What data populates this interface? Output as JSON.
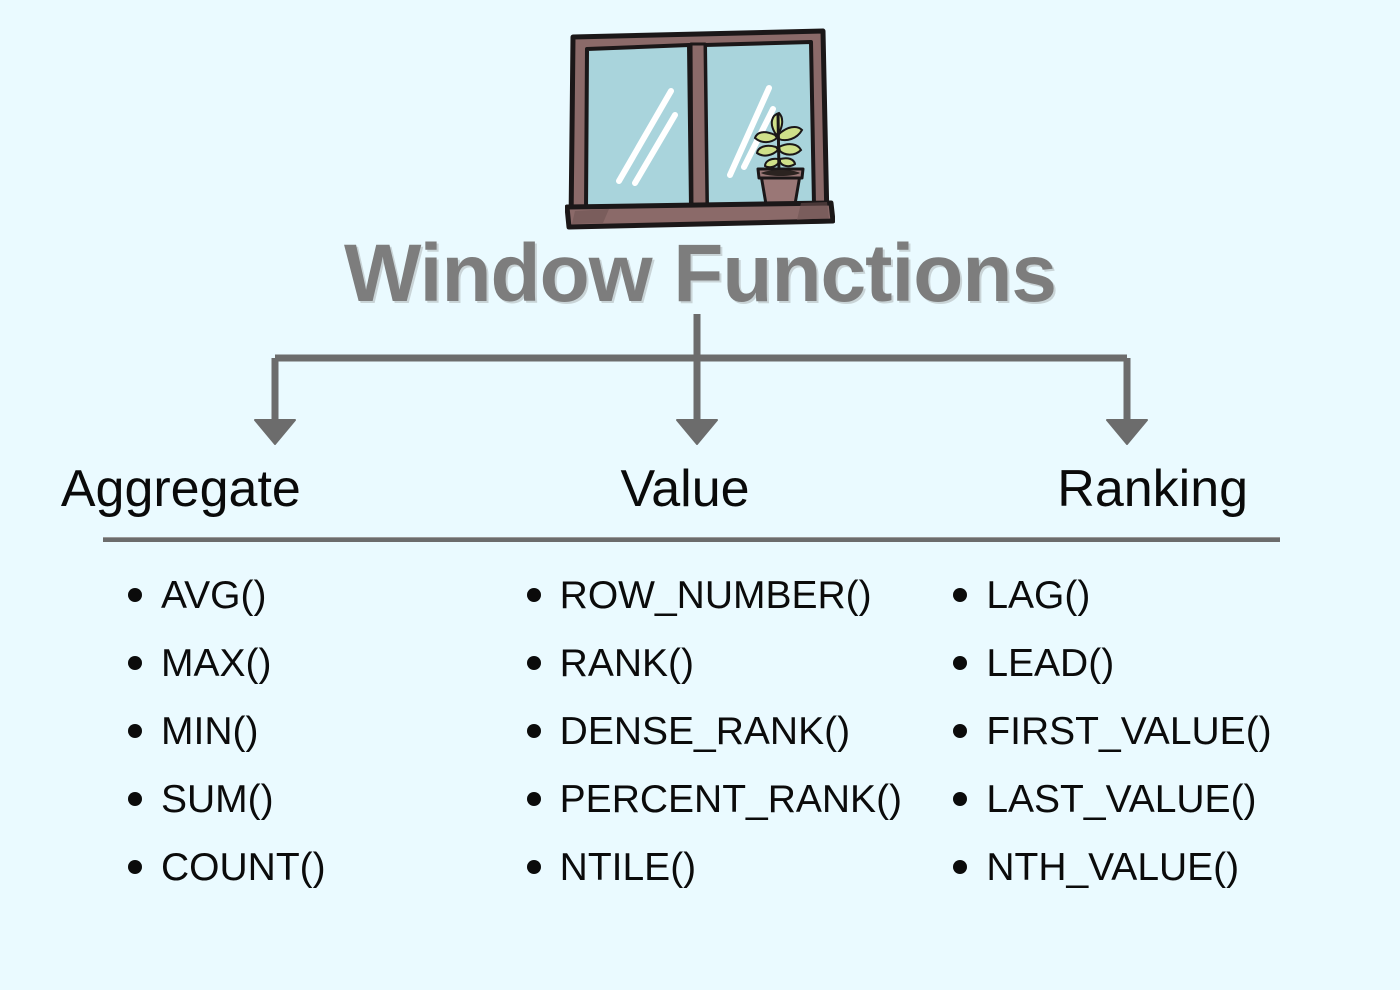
{
  "page": {
    "background_color": "#eafaff",
    "title": "Window Functions",
    "title_color": "#7d7d7d"
  },
  "illustration": {
    "name": "window-with-plant",
    "frame_color": "#8b6a69",
    "glass_color": "#a9d4dc",
    "outline_color": "#1b1718",
    "plant_leaf_color": "#cfe08a",
    "pot_color": "#9a7776",
    "reflection_color": "#ffffff"
  },
  "connector": {
    "color": "#6c6c6c",
    "stem_label": "root-stem",
    "branch_count": 3
  },
  "divider": {
    "color": "#6c6c6c"
  },
  "columns": [
    {
      "heading": "Aggregate",
      "items": [
        "AVG()",
        "MAX()",
        "MIN()",
        "SUM()",
        "COUNT()"
      ]
    },
    {
      "heading": "Value",
      "items": [
        "ROW_NUMBER()",
        "RANK()",
        "DENSE_RANK()",
        "PERCENT_RANK()",
        "NTILE()"
      ]
    },
    {
      "heading": "Ranking",
      "items": [
        "LAG()",
        "LEAD()",
        "FIRST_VALUE()",
        "LAST_VALUE()",
        "NTH_VALUE()"
      ]
    }
  ]
}
